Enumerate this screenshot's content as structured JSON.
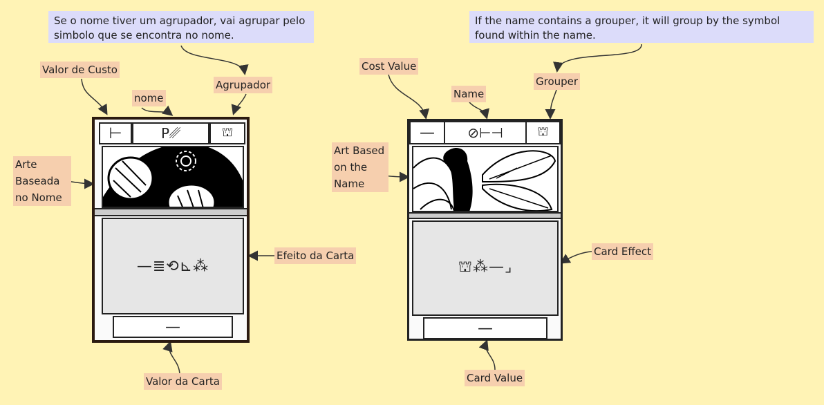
{
  "left": {
    "note": "Se o nome tiver um agrupador, vai agrupar pelo simbolo que se encontra no nome.",
    "labels": {
      "cost": "Valor de Custo",
      "name": "nome",
      "grouper": "Agrupador",
      "art": "Arte Baseada no Nome",
      "effect": "Efeito da Carta",
      "value": "Valor da Carta"
    },
    "card": {
      "cost": "⊢",
      "name": "P␥",
      "grouper": "⛫",
      "effect": "—≣⟲⊾⁂",
      "value": "—"
    }
  },
  "right": {
    "note": "If the name contains a grouper, it will group by the symbol found within the name.",
    "labels": {
      "cost": "Cost Value",
      "name": "Name",
      "grouper": "Grouper",
      "art": "Art Based on the Name",
      "effect": "Card Effect",
      "value": "Card Value"
    },
    "card": {
      "cost": "—",
      "name": "⊘⊢⊣",
      "grouper": "⛫",
      "effect": "⛫⁂—⌟",
      "value": "—"
    }
  },
  "colors": {
    "background": "#fff3b5",
    "note": "#dcdcfa",
    "label": "#f6cfae"
  }
}
